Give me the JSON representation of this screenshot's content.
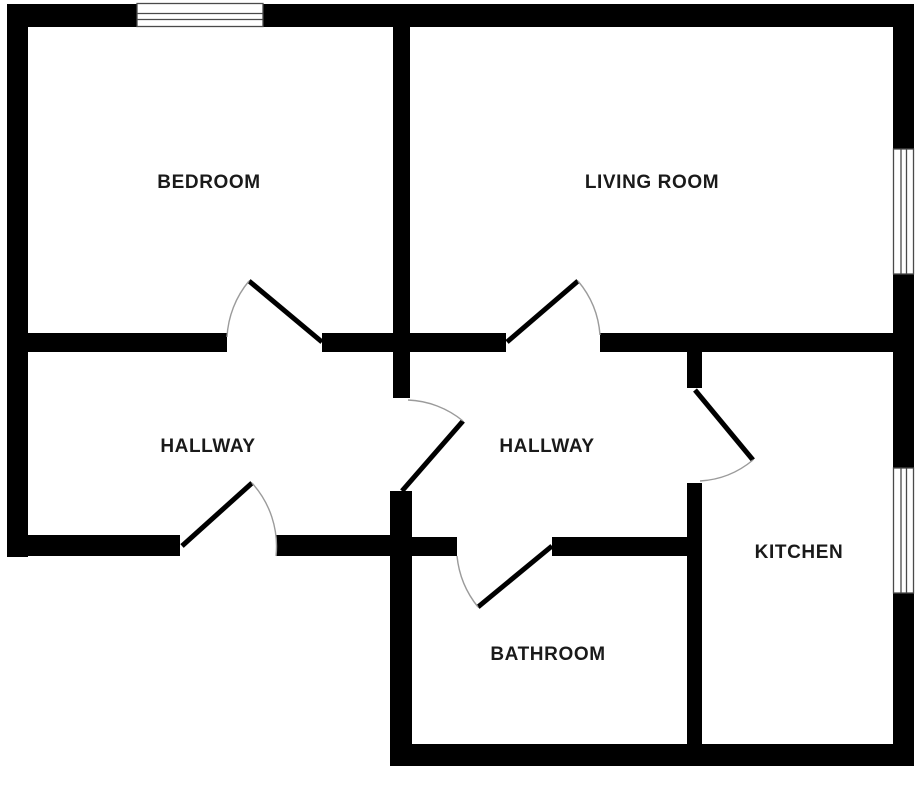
{
  "page": {
    "background_color": "#ffffff",
    "wall_color": "#000000",
    "label_color": "#1a1a1a",
    "door_arc_color": "#9b9b9b"
  },
  "floorplan": {
    "rooms": [
      {
        "label": "BEDROOM"
      },
      {
        "label": "LIVING ROOM"
      },
      {
        "label": "HALLWAY"
      },
      {
        "label": "HALLWAY"
      },
      {
        "label": "KITCHEN"
      },
      {
        "label": "BATHROOM"
      }
    ],
    "windows": [
      {
        "name": "bedroom-top-window"
      },
      {
        "name": "living-room-right-window"
      },
      {
        "name": "kitchen-right-window"
      }
    ],
    "doors": [
      {
        "name": "bedroom-door"
      },
      {
        "name": "living-room-door"
      },
      {
        "name": "hallway-connecting-door"
      },
      {
        "name": "kitchen-door"
      },
      {
        "name": "bathroom-door"
      },
      {
        "name": "entrance-door"
      }
    ]
  }
}
